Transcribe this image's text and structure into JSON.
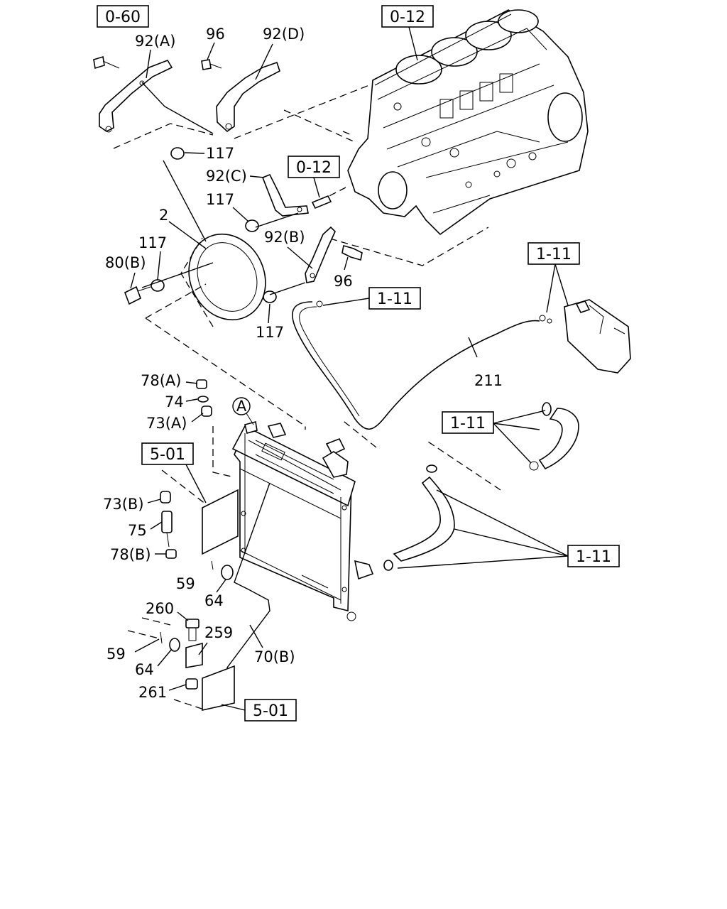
{
  "refs": {
    "r060": "0-60",
    "r012a": "0-12",
    "r012b": "0-12",
    "r111a": "1-11",
    "r111b": "1-11",
    "r111c": "1-11",
    "r111d": "1-11",
    "r501a": "5-01",
    "r501b": "5-01"
  },
  "callouts": {
    "c92a": "92(A)",
    "c96a": "96",
    "c92d": "92(D)",
    "c117a": "117",
    "c92c": "92(C)",
    "c117b": "117",
    "c2": "2",
    "c117c": "117",
    "c80b": "80(B)",
    "c92b": "92(B)",
    "c96b": "96",
    "c117d": "117",
    "c211": "211",
    "c78a": "78(A)",
    "c74": "74",
    "c73a": "73(A)",
    "c73b": "73(B)",
    "c75": "75",
    "c78b": "78(B)",
    "c59a": "59",
    "c64a": "64",
    "c260": "260",
    "c259": "259",
    "c59b": "59",
    "c64b": "64",
    "c70b": "70(B)",
    "c261": "261",
    "circleA": "A"
  }
}
